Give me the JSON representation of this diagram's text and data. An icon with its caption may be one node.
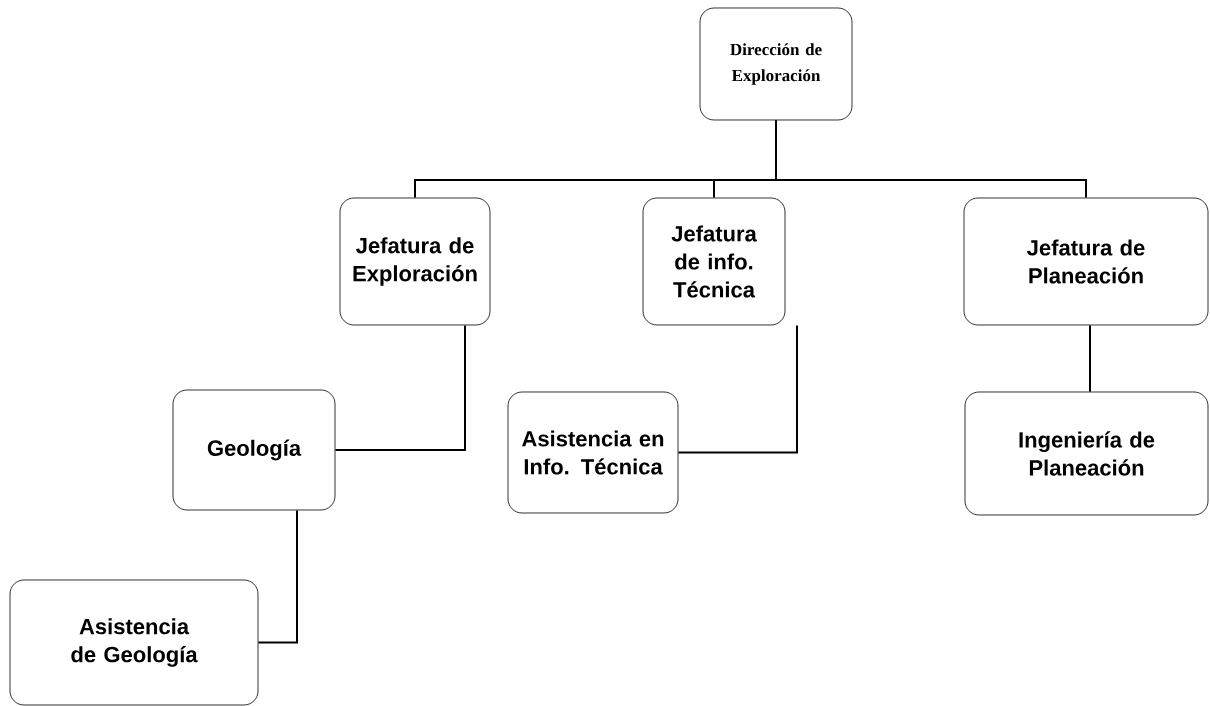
{
  "diagram": {
    "nodes": [
      {
        "text": [
          "Dirección de Exploración"
        ]
      },
      {
        "text": [
          "Jefatura de Exploración"
        ]
      },
      {
        "text": [
          "Jefatura de info. Técnica"
        ]
      },
      {
        "text": [
          "Jefatura de Planeación"
        ]
      },
      {
        "text": [
          "Geología"
        ]
      },
      {
        "text": [
          "Asistencia en Info. Técnica"
        ]
      },
      {
        "text": [
          "Ingeniería de Planeación"
        ]
      },
      {
        "text": [
          "Asistencia de Geología"
        ]
      }
    ],
    "edges": [
      {
        "from": 0,
        "to": 1,
        "arrow": "none"
      },
      {
        "from": 0,
        "to": 2,
        "arrow": "none"
      },
      {
        "from": 0,
        "to": 3,
        "arrow": "none"
      },
      {
        "from": 1,
        "to": 4,
        "arrow": "none"
      },
      {
        "from": 2,
        "to": 5,
        "arrow": "none"
      },
      {
        "from": 3,
        "to": 6,
        "arrow": "none"
      },
      {
        "from": 4,
        "to": 7,
        "arrow": "none"
      }
    ]
  }
}
